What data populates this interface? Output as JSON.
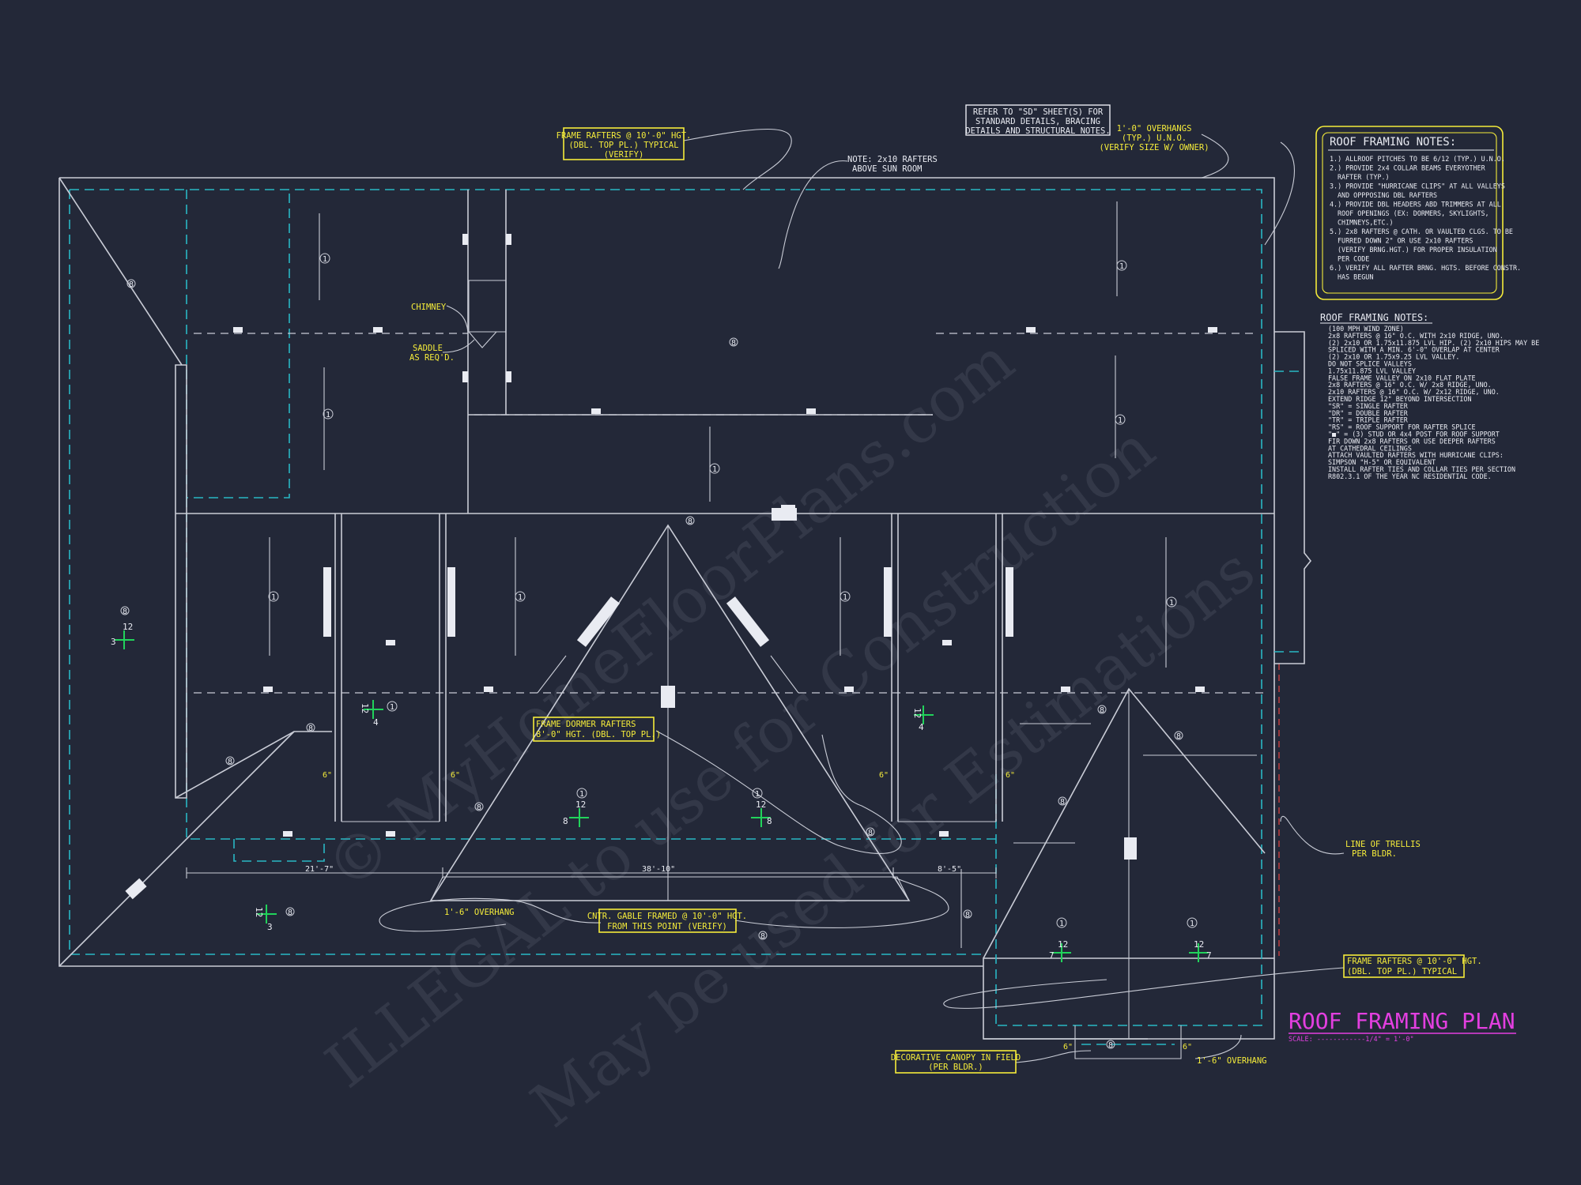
{
  "title": "ROOF FRAMING PLAN",
  "scale": "SCALE: ------------1/4\" = 1'-0\"",
  "watermark": {
    "line1": "© MyHomeFloorPlans.com",
    "line2": "ILLEGAL to use for Construction",
    "line3": "May be used for Estimations"
  },
  "notes_box": {
    "heading": "ROOF FRAMING NOTES:",
    "items": [
      "1.) ALLROOF PITCHES TO BE 6/12 (TYP.) U.N.O.",
      "2.) PROVIDE 2x4 COLLAR BEAMS EVERYOTHER",
      "RAFTER (TYP.)",
      "3.) PROVIDE \"HURRICANE CLIPS\" AT ALL VALLEYS",
      "AND OPPPOSING DBL RAFTERS",
      "4.) PROVIDE DBL HEADERS ABD TRIMMERS AT ALL",
      "ROOF OPENINGS (EX: DORMERS, SKYLIGHTS,",
      "CHIMNEYS,ETC.)",
      "5.) 2x8 RAFTERS @ CATH. OR VAULTED CLGS. TO BE",
      "FURRED DOWN 2\" OR USE 2x10 RAFTERS",
      "(VERIFY BRNG.HGT.) FOR PROPER INSULATION",
      "PER CODE",
      "6.) VERIFY ALL RAFTER BRNG. HGTS. BEFORE CONSTR.",
      "HAS BEGUN"
    ]
  },
  "notes_list": {
    "heading": "ROOF FRAMING NOTES:",
    "items": [
      "(100 MPH WIND ZONE)",
      "2x8 RAFTERS @ 16\" O.C. WITH 2x10 RIDGE, UNO.",
      "(2) 2x10 OR 1.75x11.875 LVL HIP. (2) 2x10 HIPS MAY BE",
      "SPLICED WITH A MIN. 6'-0\" OVERLAP AT CENTER",
      "(2) 2x10 OR 1.75x9.25 LVL VALLEY.",
      "DO NOT SPLICE VALLEYS",
      "1.75x11.875 LVL VALLEY",
      "FALSE FRAME VALLEY ON 2x10 FLAT PLATE",
      "2x8 RAFTERS @ 16\" O.C. W/ 2x8 RIDGE, UNO.",
      "2x10 RAFTERS @ 16\" O.C. W/ 2x12 RIDGE, UNO.",
      "EXTEND RIDGE 12\" BEYOND INTERSECTION",
      "\"SR\" = SINGLE RAFTER",
      "\"DR\" = DOUBLE RAFTER",
      "\"TR\" = TRIPLE RAFTER",
      "\"RS\" = ROOF SUPPORT FOR RAFTER SPLICE",
      "\"■\" = (3) STUD OR 4x4 POST FOR ROOF SUPPORT",
      "FIR DOWN 2x8 RAFTERS OR USE DEEPER RAFTERS",
      "AT CATHEDRAL CEILINGS",
      "ATTACH VAULTED RAFTERS WITH HURRICANE CLIPS:",
      "SIMPSON \"H-5\" OR EQUIVALENT",
      "INSTALL RAFTER TIES AND COLLAR TIES PER SECTION",
      "R802.3.1 OF THE YEAR NC RESIDENTIAL CODE."
    ]
  },
  "callouts": {
    "frame_top_1": "FRAME RAFTERS @ 10'-0\" HGT.",
    "frame_top_2": "(DBL. TOP PL.) TYPICAL",
    "frame_top_3": "(VERIFY)",
    "refer_1": "REFER TO \"SD\" SHEET(S) FOR",
    "refer_2": "STANDARD DETAILS, BRACING",
    "refer_3": "DETAILS AND STRUCTURAL NOTES.",
    "overhang_top_1": "1'-0\" OVERHANGS",
    "overhang_top_2": "(TYP.) U.N.O.",
    "overhang_top_3": "(VERIFY SIZE W/ OWNER)",
    "sunroom_1": "NOTE: 2x10 RAFTERS",
    "sunroom_2": "ABOVE SUN ROOM",
    "chimney": "CHIMNEY",
    "saddle_1": "SADDLE",
    "saddle_2": "AS REQ'D.",
    "dormer_1": "FRAME DORMER RAFTERS",
    "dormer_2": "8'-0\" HGT. (DBL. TOP PL.)",
    "overhang_left": "1'-6\" OVERHANG",
    "gable_1": "CNTR. GABLE FRAMED @ 10'-0\" HGT.",
    "gable_2": "FROM THIS POINT (VERIFY)",
    "trellis_1": "LINE OF TRELLIS",
    "trellis_2": "PER BLDR.",
    "frame_right_1": "FRAME RAFTERS @ 10'-0\" HGT.",
    "frame_right_2": "(DBL. TOP PL.) TYPICAL",
    "canopy_1": "DECORATIVE CANOPY IN FIELD",
    "canopy_2": "(PER BLDR.)",
    "overhang_bottom": "1'-6\" OVERHANG"
  },
  "dimensions": {
    "d1": "21'-7\"",
    "d2": "38'-10\"",
    "d3": "8'-5\"",
    "six": "6\""
  },
  "pitch": {
    "rise": "12",
    "run_3": "3",
    "run_8": "8",
    "run_4": "4",
    "run_7": "7"
  },
  "marks": {
    "one": "1",
    "eight": "8"
  },
  "colors": {
    "background": "#232838",
    "linework": "#c9ccd6",
    "callout": "#f5ec3a",
    "overhang": "#29b7c4",
    "title": "#e33fe0",
    "pitch_symbol": "#21d35b"
  }
}
